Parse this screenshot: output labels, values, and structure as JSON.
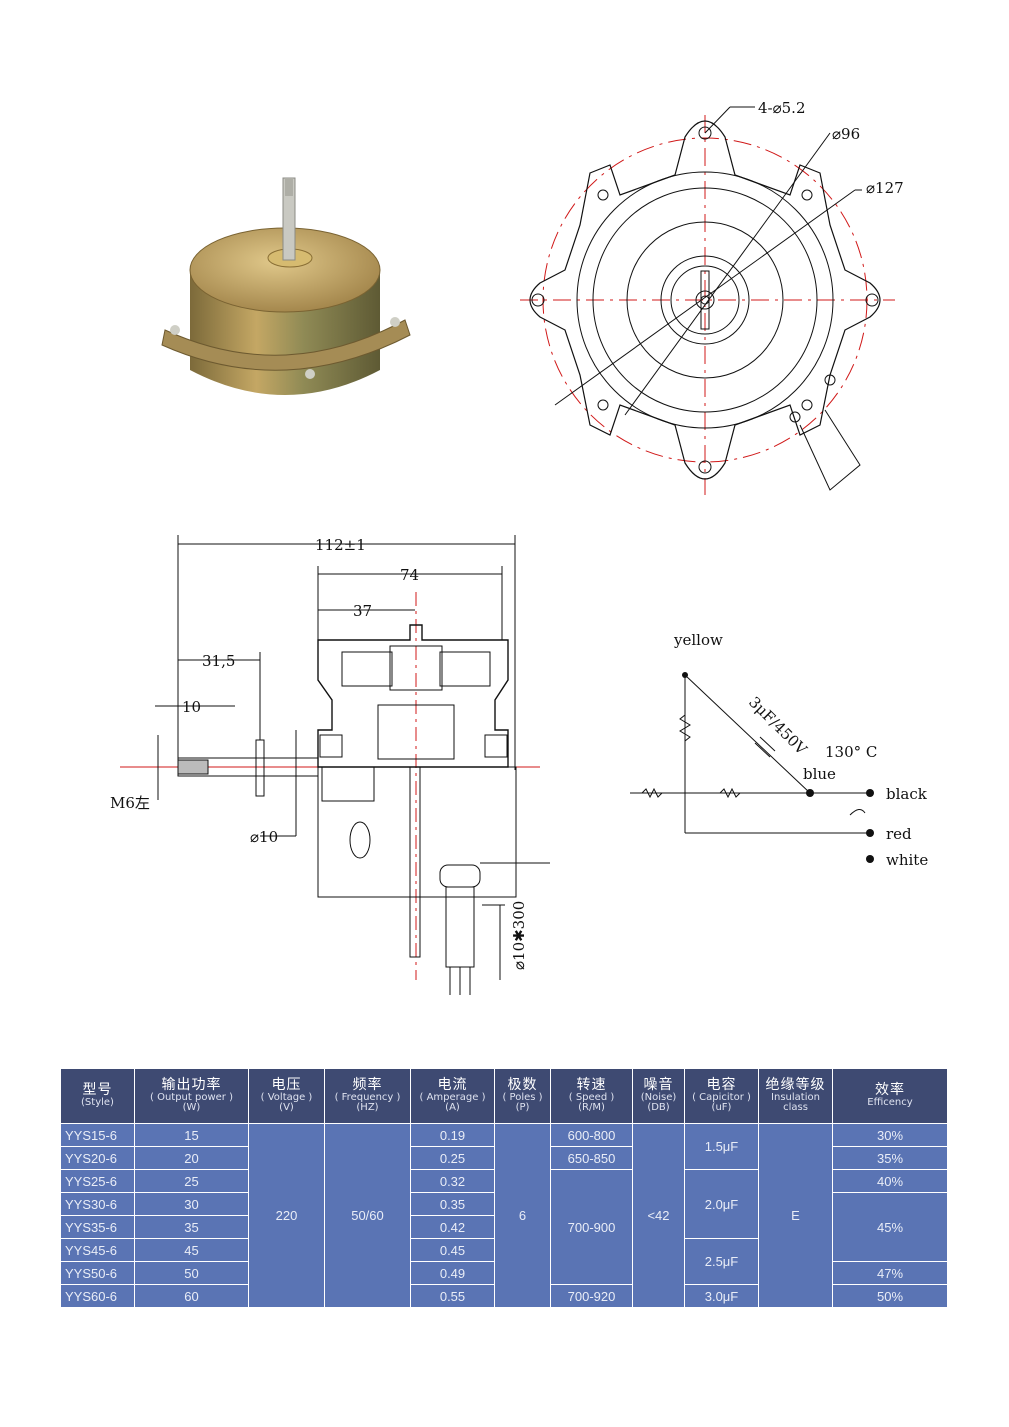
{
  "mount_view": {
    "holes_label": "4-⌀5.2",
    "dia_inner_label": "⌀96",
    "dia_outer_label": "⌀127"
  },
  "side_view": {
    "total_length_label": "112±1",
    "body_length_label": "74",
    "flange_offset_label": "37",
    "shaft_length_label": "31,5",
    "thread_length_label": "10",
    "thread_label": "M6左",
    "shaft_dia_label": "⌀10",
    "lead_label": "⌀10✱300"
  },
  "wiring": {
    "capacitor_label": "3μF/450V",
    "thermal_label": "130° C",
    "wire_yellow": "yellow",
    "wire_blue": "blue",
    "wire_black": "black",
    "wire_red": "red",
    "wire_white": "white"
  },
  "spec_table": {
    "headers": [
      {
        "zh": "型号",
        "en": "(Style)"
      },
      {
        "zh": "输出功率",
        "en": "( Output power )\n(W)"
      },
      {
        "zh": "电压",
        "en": "( Voltage )\n(V)"
      },
      {
        "zh": "频率",
        "en": "( Frequency )\n(HZ)"
      },
      {
        "zh": "电流",
        "en": "( Amperage )\n(A)"
      },
      {
        "zh": "极数",
        "en": "( Poles )\n(P)"
      },
      {
        "zh": "转速",
        "en": "( Speed )\n(R/M)"
      },
      {
        "zh": "噪音",
        "en": "(Noise)\n(DB)"
      },
      {
        "zh": "电容",
        "en": "( Capicitor )\n(uF)"
      },
      {
        "zh": "绝缘等级",
        "en": "Insulation\nclass"
      },
      {
        "zh": "效率",
        "en": "Efficency"
      }
    ],
    "models": [
      "YYS15-6",
      "YYS20-6",
      "YYS25-6",
      "YYS30-6",
      "YYS35-6",
      "YYS45-6",
      "YYS50-6",
      "YYS60-6"
    ],
    "power": [
      "15",
      "20",
      "25",
      "30",
      "35",
      "45",
      "50",
      "60"
    ],
    "voltage": "220",
    "frequency": "50/60",
    "current": [
      "0.19",
      "0.25",
      "0.32",
      "0.35",
      "0.42",
      "0.45",
      "0.49",
      "0.55"
    ],
    "poles": "6",
    "speed": [
      "600-800",
      "650-850",
      "700-900",
      "700-920"
    ],
    "noise": "<42",
    "capacitor": [
      "1.5μF",
      "2.0μF",
      "2.5μF",
      "3.0μF"
    ],
    "insulation": "E",
    "efficiency": [
      "30%",
      "35%",
      "40%",
      "45%",
      "47%",
      "50%"
    ]
  }
}
